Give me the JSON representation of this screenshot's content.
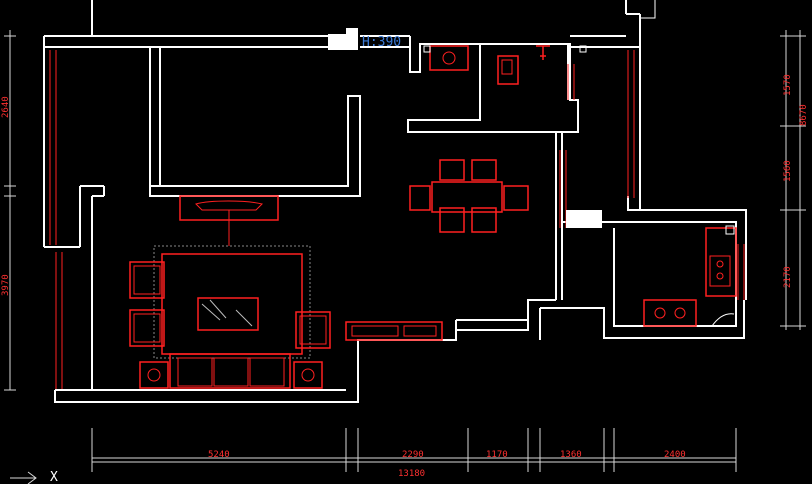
{
  "canvas_label": "H:390",
  "dimensions_bottom": [
    "5240",
    "2290",
    "1170",
    "1360",
    "2400"
  ],
  "dimension_total": "13180",
  "dimensions_left": [
    "2640",
    "3970"
  ],
  "dimensions_right": [
    "1570",
    "1560",
    "2170"
  ],
  "dimension_right_total": "8670",
  "axis_label": "X",
  "colors": {
    "background": "#000000",
    "walls": "#ffffff",
    "furniture": "#ff2020",
    "dimension_text": "#ff3030",
    "label": "#3b7bd8"
  }
}
